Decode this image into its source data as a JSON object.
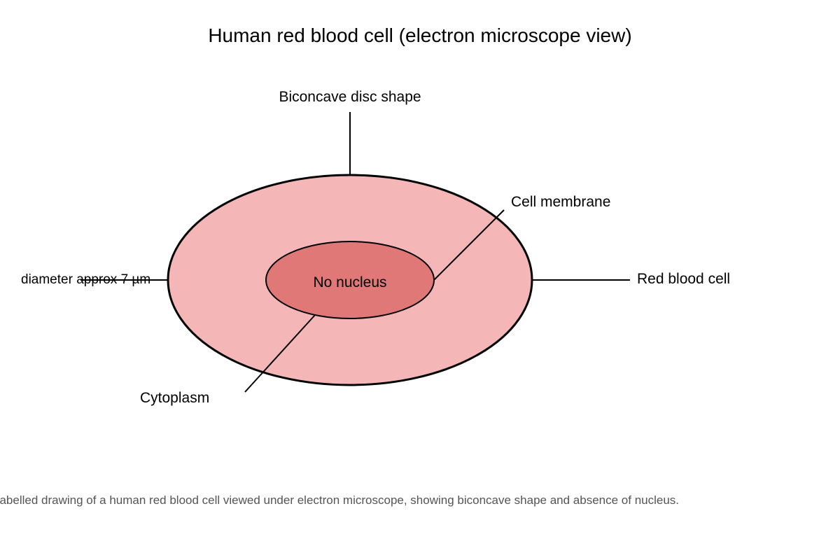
{
  "title": "Human red blood cell (electron microscope view)",
  "labels": {
    "biconcave": "Biconcave disc shape",
    "membrane": "Cell membrane",
    "nucleus": "No nucleus",
    "red_blood_cell": "Red blood cell",
    "diameter": "diameter approx 7 µm",
    "cytoplasm": "Cytoplasm"
  },
  "caption": "Labelled drawing of a human red blood cell viewed under electron microscope, showing biconcave shape and absence of nucleus.",
  "colors": {
    "cell_fill": "#f4b6b7",
    "center_fill": "#e07878",
    "outline": "#000000",
    "caption": "#555555"
  }
}
